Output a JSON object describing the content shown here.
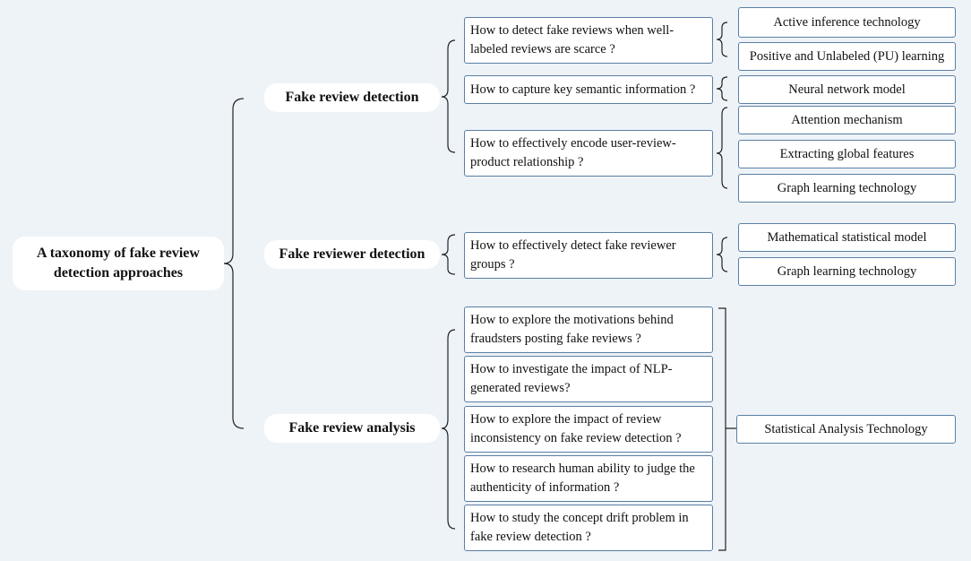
{
  "root": {
    "label": "A taxonomy of fake review detection approaches"
  },
  "categories": [
    {
      "label": "Fake review detection",
      "questions": [
        {
          "text": "How to detect fake reviews when well-labeled reviews are scarce ?",
          "methods": [
            "Active inference technology",
            "Positive and Unlabeled (PU) learning"
          ]
        },
        {
          "text": "How to capture key semantic information ?",
          "methods": [
            "Neural network model"
          ]
        },
        {
          "text": "How to effectively encode user-review-product relationship ?",
          "methods": [
            "Attention mechanism",
            "Extracting global features",
            "Graph learning technology"
          ]
        }
      ]
    },
    {
      "label": "Fake reviewer detection",
      "questions": [
        {
          "text": "How to effectively detect fake reviewer groups ?",
          "methods": [
            "Mathematical statistical model",
            "Graph learning technology"
          ]
        }
      ]
    },
    {
      "label": "Fake review analysis",
      "questions": [
        {
          "text": "How to explore the motivations behind fraudsters posting fake reviews ?"
        },
        {
          "text": "How to investigate the impact of  NLP-generated reviews?"
        },
        {
          "text": "How to explore the impact of  review inconsistency on fake review detection ?"
        },
        {
          "text": "How to research human ability to judge the authenticity of information ?"
        },
        {
          "text": "How to study the concept drift problem in fake review detection ?"
        }
      ],
      "shared_method": "Statistical Analysis Technology"
    }
  ]
}
